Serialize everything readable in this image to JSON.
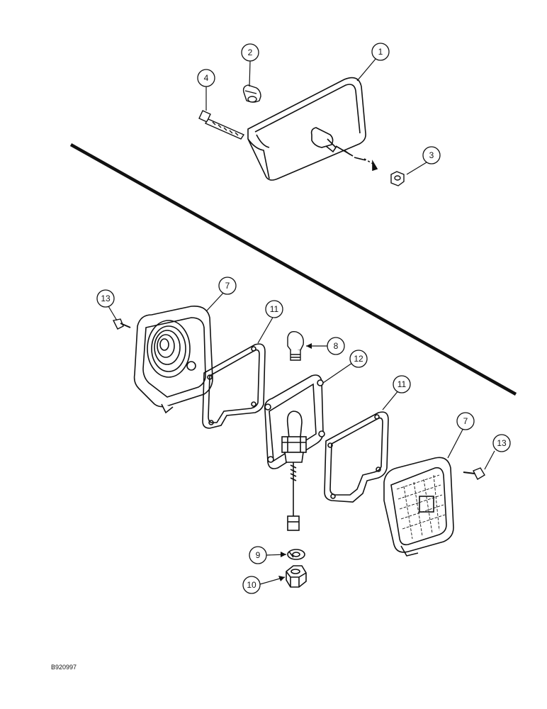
{
  "drawing_id": "B920997",
  "callouts": [
    "1",
    "2",
    "3",
    "4",
    "7",
    "8",
    "9",
    "10",
    "11",
    "12",
    "13"
  ],
  "parts": [
    "rectangular-lamp-housing",
    "bulb",
    "nut",
    "mounting-bolt",
    "lamp-body",
    "bulb",
    "lock-washer",
    "hex-nut",
    "gasket",
    "bulb-holder-plate",
    "screw"
  ],
  "colors": {
    "line": "#111111",
    "background": "#ffffff"
  }
}
